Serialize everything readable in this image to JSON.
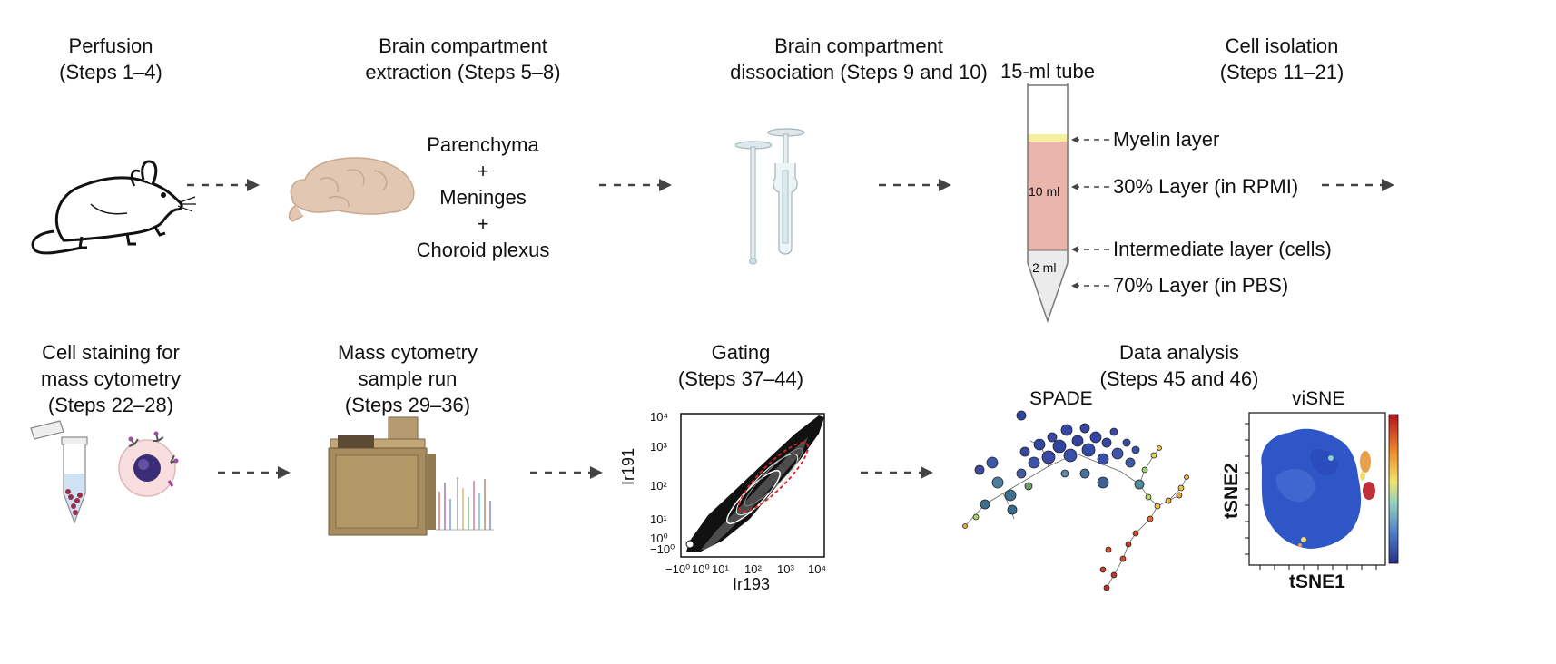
{
  "stages": {
    "perfusion": {
      "line1": "Perfusion",
      "line2": "(Steps 1–4)"
    },
    "extraction": {
      "line1": "Brain compartment",
      "line2": "extraction (Steps 5–8)"
    },
    "dissociation": {
      "line1": "Brain compartment",
      "line2": "dissociation (Steps 9 and 10)"
    },
    "isolation": {
      "line1": "Cell isolation",
      "line2": "(Steps 11–21)"
    },
    "staining": {
      "line1": "Cell staining for",
      "line2": "mass cytometry",
      "line3": "(Steps 22–28)"
    },
    "samplerun": {
      "line1": "Mass cytometry",
      "line2": "sample run",
      "line3": "(Steps 29–36)"
    },
    "gating": {
      "line1": "Gating",
      "line2": "(Steps 37–44)"
    },
    "analysis": {
      "line1": "Data analysis",
      "line2": "(Steps 45 and 46)"
    }
  },
  "compartments": [
    "Parenchyma",
    "+",
    "Meninges",
    "+",
    "Choroid plexus"
  ],
  "tube": {
    "title": "15-ml tube",
    "volume_top": "10 ml",
    "volume_bottom": "2 ml",
    "layers": [
      "Myelin layer",
      "30% Layer (in RPMI)",
      "Intermediate layer (cells)",
      "70% Layer (in PBS)"
    ],
    "colors": {
      "myelin": "#f7efa0",
      "rpmi": "#eab5aa",
      "pbs": "#ebebeb"
    }
  },
  "gating_plot": {
    "xlabel": "Ir193",
    "ylabel": "Ir191",
    "xticks": [
      "−10⁰",
      "10⁰",
      "10¹",
      "10²",
      "10³",
      "10⁴"
    ],
    "yticks": [
      "10⁴",
      "10³",
      "10²",
      "10¹",
      "10⁰",
      "−10⁰"
    ]
  },
  "spade": {
    "title": "SPADE"
  },
  "visne": {
    "title": "viSNE",
    "xlabel": "tSNE1",
    "ylabel": "tSNE2"
  }
}
